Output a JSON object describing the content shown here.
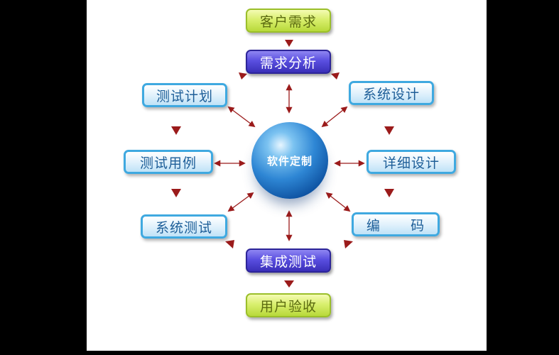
{
  "diagram": {
    "center": {
      "label": "软件定制"
    },
    "nodes": {
      "customer_requirements": "客户需求",
      "requirements_analysis": "需求分析",
      "system_design": "系统设计",
      "detailed_design": "详细设计",
      "coding": "编      码",
      "integration_test": "集成测试",
      "user_acceptance": "用户验收",
      "system_test": "系统测试",
      "test_cases": "测试用例",
      "test_plan": "测试计划"
    },
    "colors": {
      "arrow": "#9b1b1b",
      "sphere": "#2e86d4",
      "green_box": "#d9ef6e",
      "purple_box": "#5a4fe0",
      "blue_border": "#3fa9e0"
    }
  }
}
